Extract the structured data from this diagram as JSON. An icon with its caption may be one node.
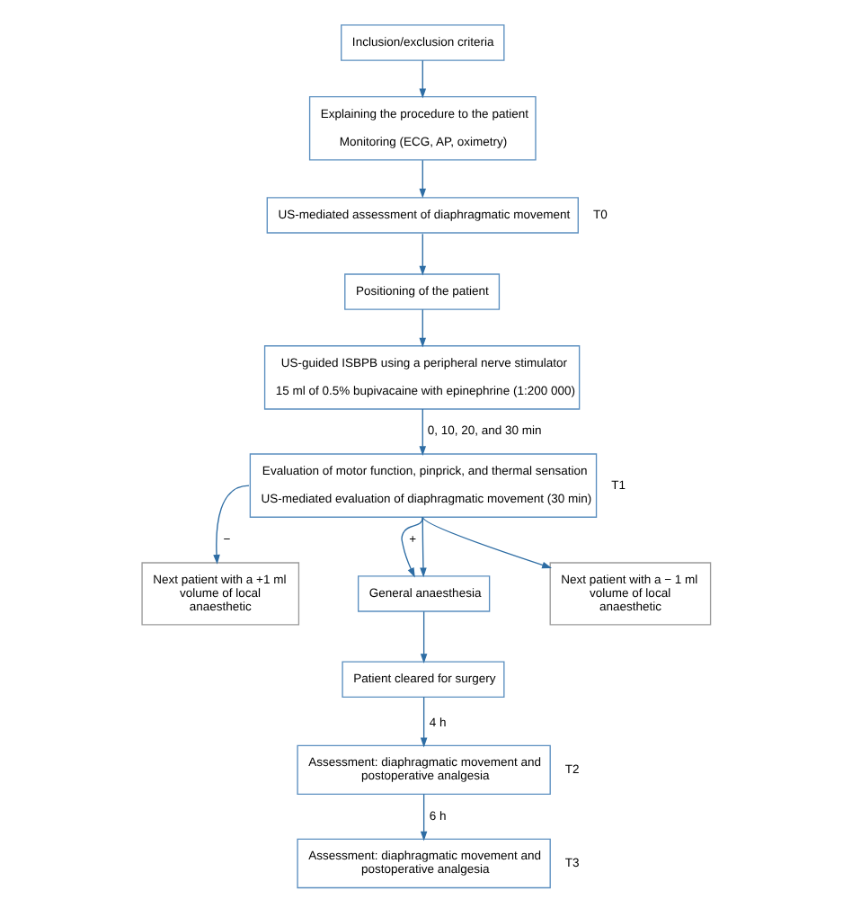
{
  "diagram": {
    "nodes": [
      {
        "text": [
          "Inclusion/exclusion criteria"
        ]
      },
      {
        "text": [
          "Explaining the procedure to the patient",
          "Monitoring (ECG, AP, oximetry)"
        ]
      },
      {
        "text": [
          "US-mediated assessment of diaphragmatic movement"
        ],
        "beside": [
          "T0"
        ]
      },
      {
        "text": [
          "Positioning of the patient"
        ]
      },
      {
        "text": [
          "US-guided ISBPB using a peripheral nerve stimulator",
          "15 ml of 0.5% bupivacaine with epinephrine (1:200 000)"
        ]
      },
      {
        "text": [
          "Evaluation of motor function, pinprick, and thermal sensation",
          "US-mediated evaluation of diaphragmatic movement (30 min)"
        ],
        "beside": [
          "T1"
        ]
      },
      {
        "text": [
          "General anaesthesia"
        ]
      },
      {
        "text": [
          "Next patient with a +1 ml volume of local anaesthetic"
        ]
      },
      {
        "text": [
          "Patient cleared for surgery"
        ]
      },
      {
        "text": [
          "Next patient with a − 1 ml volume of local anaesthetic"
        ]
      },
      {
        "text": [
          "Assessment: diaphragmatic movement and postoperative analgesia"
        ],
        "beside": [
          "T2"
        ]
      },
      {
        "text": [
          "Assessment: diaphragmatic movement and postoperative analgesia"
        ],
        "beside": [
          "T3"
        ]
      }
    ],
    "edges": [
      {
        "from": 0,
        "to": 1,
        "arrow": "to"
      },
      {
        "from": 1,
        "to": 2,
        "arrow": "to"
      },
      {
        "from": 2,
        "to": 3,
        "arrow": "to"
      },
      {
        "from": 3,
        "to": 4,
        "arrow": "to"
      },
      {
        "from": 4,
        "to": 5,
        "arrow": "to",
        "label": "0, 10, 20, and 30 min"
      },
      {
        "from": 5,
        "to": 6,
        "arrow": "to",
        "label": "+"
      },
      {
        "from": 5,
        "to": 9,
        "arrow": "to"
      },
      {
        "from": 5,
        "to": 7,
        "arrow": "to",
        "label": "−"
      },
      {
        "from": 5,
        "to": 6,
        "arrow": "to"
      },
      {
        "from": 6,
        "to": 8,
        "arrow": "to"
      },
      {
        "from": 8,
        "to": 10,
        "arrow": "to",
        "label": "4 h"
      },
      {
        "from": 10,
        "to": 11,
        "arrow": "to",
        "label": "6 h"
      }
    ]
  }
}
